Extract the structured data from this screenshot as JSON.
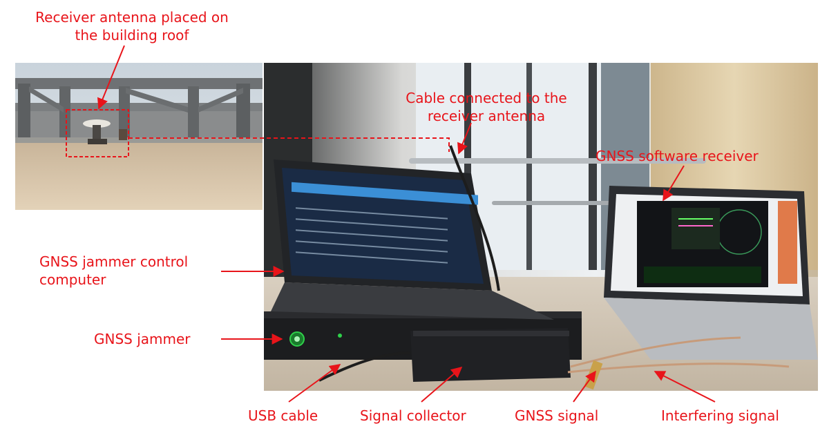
{
  "labels": {
    "antenna_roof": [
      "Receiver antenna placed on",
      "the building roof"
    ],
    "cable_antenna": [
      "Cable connected to the",
      "receiver antenna"
    ],
    "software_receiver": "GNSS software receiver",
    "jammer_control": [
      "GNSS jammer control",
      "computer"
    ],
    "jammer": "GNSS jammer",
    "usb_cable": "USB cable",
    "signal_collector": "Signal collector",
    "gnss_signal": "GNSS signal",
    "interfering_signal": "Interfering signal"
  },
  "colors": {
    "annotation": "#e8141a"
  }
}
